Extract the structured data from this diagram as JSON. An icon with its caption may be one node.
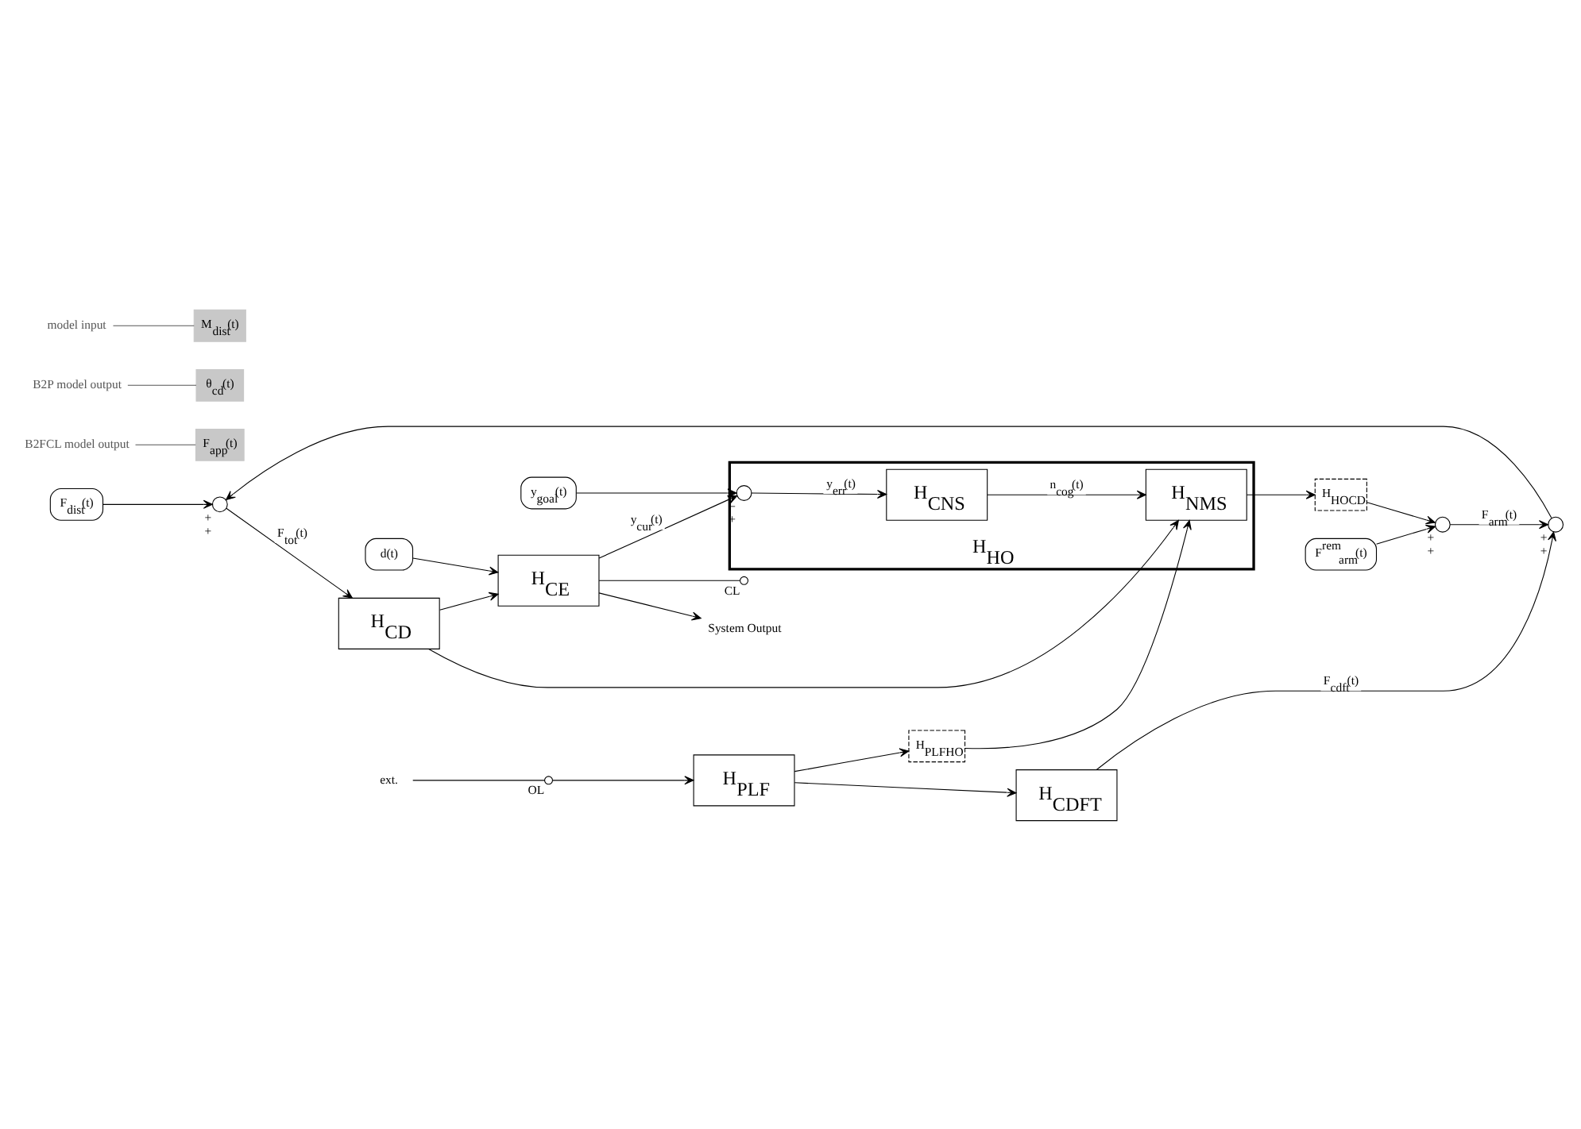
{
  "diagram": {
    "nodes": [
      {
        "text": [
          "F$_{dist}$(t)"
        ]
      },
      {
        "text": [
          "d(t)"
        ]
      },
      {
        "text": [],
        "shape": "circle",
        "beside": [
          "+",
          "+"
        ]
      },
      {
        "text": [
          "H$_{CD}$"
        ]
      },
      {
        "text": [
          "H$_{CE}$"
        ]
      },
      {
        "text": [],
        "shape": "circle",
        "beside": [
          "+",
          "+"
        ]
      },
      {
        "text": [
          "H$_{CDFT}$"
        ]
      },
      {
        "text": [
          "H$_{PLF}$"
        ]
      },
      {
        "text": [
          "H$_{PLFHO}$"
        ]
      },
      {
        "text": [
          "H$_{HO}$"
        ]
      },
      {
        "text": [
          "H$_{NMS}$"
        ],
        "in": 9
      },
      {
        "text": [
          "H$_{CNS}$"
        ],
        "in": 9
      },
      {
        "text": [],
        "shape": "circle",
        "beside": [
          "−",
          "+"
        ],
        "in": 9
      },
      {
        "text": [
          "H$_{HOCD}$"
        ]
      },
      {
        "text": [],
        "shape": "circle",
        "beside": [
          "+",
          "+"
        ]
      },
      {
        "text": [
          "F$^{rem}$$_{arm}$(t)"
        ]
      },
      {
        "text": [
          "y$_{goal}$(t)"
        ]
      },
      {
        "text": [
          "ext."
        ]
      },
      {
        "text": [],
        "shape": "circle",
        "beside": [
          "OL"
        ]
      },
      {
        "text": [],
        "shape": "circle",
        "beside": [
          "CL"
        ]
      },
      {
        "text": [
          "System Output"
        ]
      },
      {
        "text": [
          "B2FCL model output"
        ]
      },
      {
        "text": [
          "F$_{app}$(t)"
        ]
      },
      {
        "text": [
          "B2P model output"
        ]
      },
      {
        "text": [
          "θ$_{cd}$(t)"
        ]
      },
      {
        "text": [
          "model input"
        ]
      },
      {
        "text": [
          "M$_{dist}$(t)"
        ]
      }
    ],
    "edges": [
      {
        "from": 0,
        "to": 2,
        "arrow": "to"
      },
      {
        "from": 2,
        "to": 3,
        "arrow": "to",
        "label": "F$_{tot}$(t)"
      },
      {
        "from": 1,
        "to": 4,
        "arrow": "to"
      },
      {
        "from": 3,
        "to": 4,
        "arrow": "to"
      },
      {
        "from": 3,
        "to": 10,
        "arrow": "to"
      },
      {
        "from": 7,
        "to": 6,
        "arrow": "to"
      },
      {
        "from": 7,
        "to": 8,
        "arrow": "to"
      },
      {
        "from": 8,
        "to": 10,
        "arrow": "to"
      },
      {
        "from": 6,
        "to": 5,
        "arrow": "to",
        "label": "F$_{cdft}$(t)"
      },
      {
        "from": 5,
        "to": 2,
        "arrow": "to"
      },
      {
        "from": 14,
        "to": 5,
        "arrow": "to",
        "label": "F$_{arm}$(t)"
      },
      {
        "from": 10,
        "to": 13,
        "arrow": "to"
      },
      {
        "from": 13,
        "to": 14,
        "arrow": "to"
      },
      {
        "from": 15,
        "to": 14,
        "arrow": "to"
      },
      {
        "from": 11,
        "to": 10,
        "arrow": "to",
        "label": "n$_{cog}$(t)"
      },
      {
        "from": 12,
        "to": 11,
        "arrow": "to",
        "label": "y$_{err}$(t)"
      },
      {
        "from": 16,
        "to": 12,
        "arrow": "to"
      },
      {
        "from": 4,
        "to": 12,
        "arrow": "to",
        "label": "y$_{cur}$(t)"
      },
      {
        "from": 4,
        "to": 20,
        "arrow": "to"
      },
      {
        "from": 4,
        "to": 19,
        "arrow": "none"
      },
      {
        "from": 17,
        "to": 18,
        "arrow": "none"
      },
      {
        "from": 18,
        "to": 7,
        "arrow": "to"
      },
      {
        "from": 21,
        "to": 22,
        "arrow": "none"
      },
      {
        "from": 23,
        "to": 24,
        "arrow": "none"
      },
      {
        "from": 25,
        "to": 26,
        "arrow": "none"
      }
    ]
  }
}
